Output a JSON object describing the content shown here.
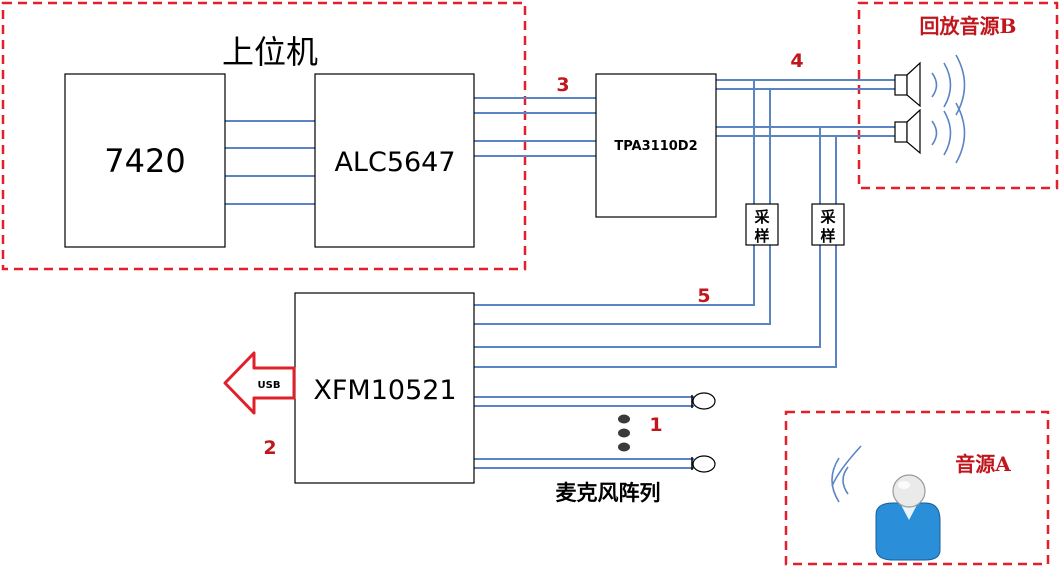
{
  "groups": {
    "host_pc": "上位机",
    "playback_source": "回放音源B",
    "sound_source": "音源A"
  },
  "blocks": {
    "chip_7420": "7420",
    "codec": "ALC5647",
    "amplifier": "TPA3110D2",
    "processor": "XFM10521"
  },
  "sampling": {
    "left": [
      "采",
      "样"
    ],
    "right": [
      "采",
      "样"
    ]
  },
  "labels": {
    "usb": "USB",
    "mic_array": "麦克风阵列"
  },
  "markers": [
    "1",
    "2",
    "3",
    "4",
    "5"
  ],
  "colors": {
    "wire": "#5b84c4",
    "dashed_border": "#e0202a",
    "marker_text": "#c0161e",
    "usb_arrow": "#e0202a",
    "person_body": "#2a8fd8"
  }
}
